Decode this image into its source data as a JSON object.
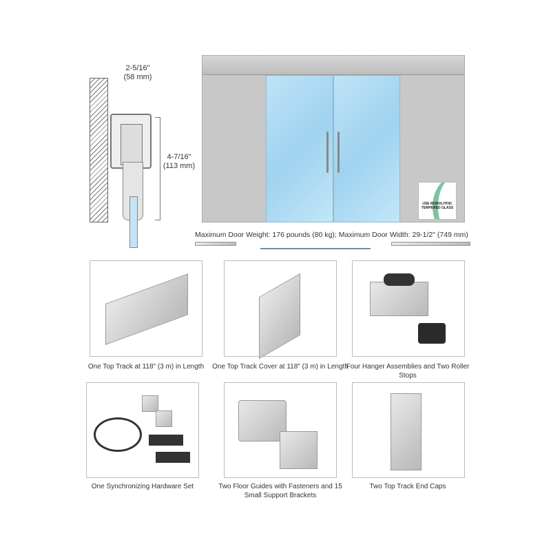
{
  "diagram": {
    "width_dim": "2-5/16\"",
    "width_dim_mm": "(58 mm)",
    "height_dim": "4-7/16\"",
    "height_dim_mm": "(113 mm)"
  },
  "door": {
    "sticker_text": "USE MONOLITHIC TEMPERED GLASS",
    "caption": "Maximum Door Weight: 176 pounds (80 kg); Maximum Door Width: 29-1/2\" (749 mm)"
  },
  "components": [
    {
      "caption": "One Top Track at 118\" (3 m) in Length"
    },
    {
      "caption": "One Top Track Cover at 118\" (3 m) in Length"
    },
    {
      "caption": "Four Hanger Assemblies and Two Roller Stops"
    },
    {
      "caption": "One Synchronizing Hardware Set"
    },
    {
      "caption": "Two Floor Guides with Fasteners and 15 Small Support Brackets"
    },
    {
      "caption": "Two Top Track End Caps"
    }
  ],
  "colors": {
    "glass": "#a9d9f2",
    "panel": "#c8c8c8",
    "sticker_arc": "#7cc4a0"
  }
}
